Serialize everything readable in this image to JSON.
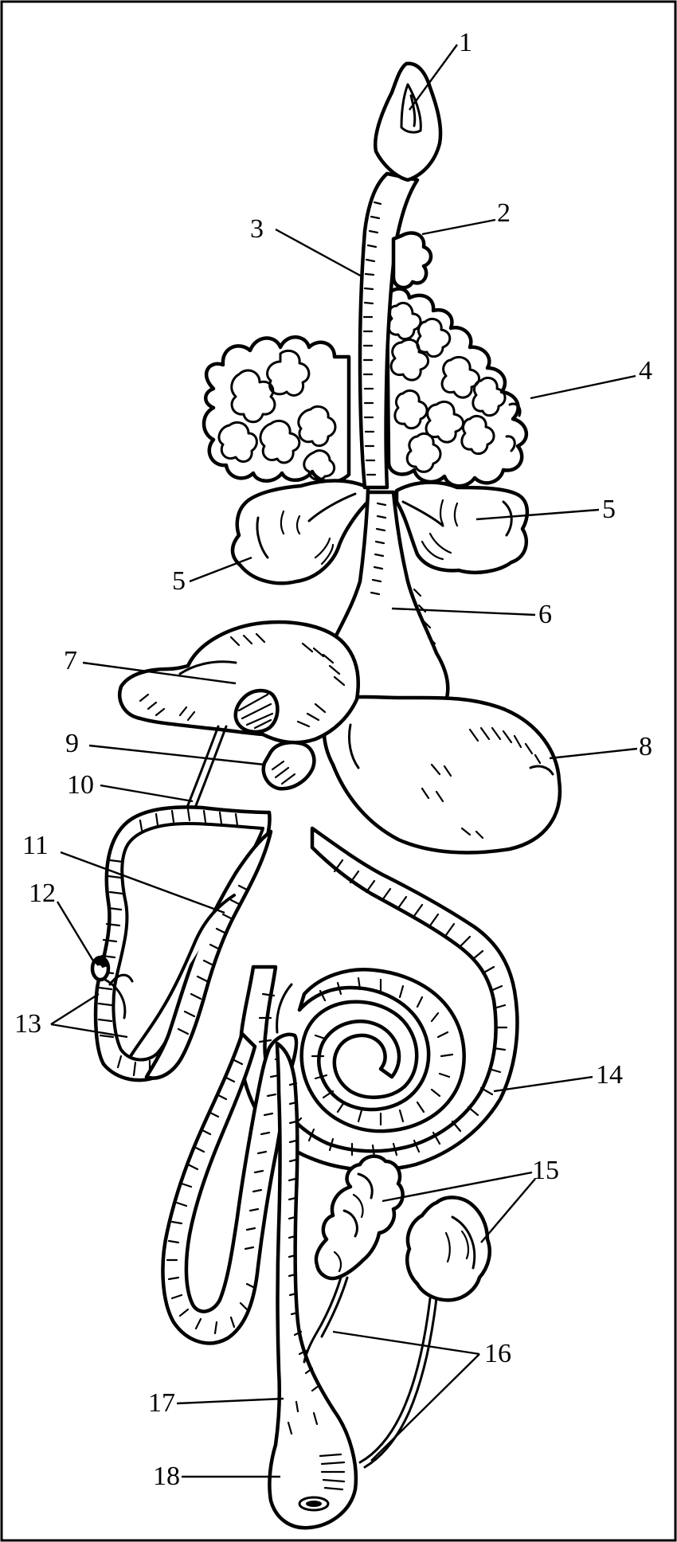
{
  "figure": {
    "labels": [
      {
        "id": "1",
        "text": "1"
      },
      {
        "id": "2",
        "text": "2"
      },
      {
        "id": "3",
        "text": "3"
      },
      {
        "id": "4",
        "text": "4"
      },
      {
        "id": "5a",
        "text": "5"
      },
      {
        "id": "5b",
        "text": "5"
      },
      {
        "id": "6",
        "text": "6"
      },
      {
        "id": "7",
        "text": "7"
      },
      {
        "id": "8",
        "text": "8"
      },
      {
        "id": "9",
        "text": "9"
      },
      {
        "id": "10",
        "text": "10"
      },
      {
        "id": "11",
        "text": "11"
      },
      {
        "id": "12",
        "text": "12"
      },
      {
        "id": "13",
        "text": "13"
      },
      {
        "id": "14",
        "text": "14"
      },
      {
        "id": "15",
        "text": "15"
      },
      {
        "id": "16",
        "text": "16"
      },
      {
        "id": "17",
        "text": "17"
      },
      {
        "id": "18",
        "text": "18"
      }
    ]
  }
}
